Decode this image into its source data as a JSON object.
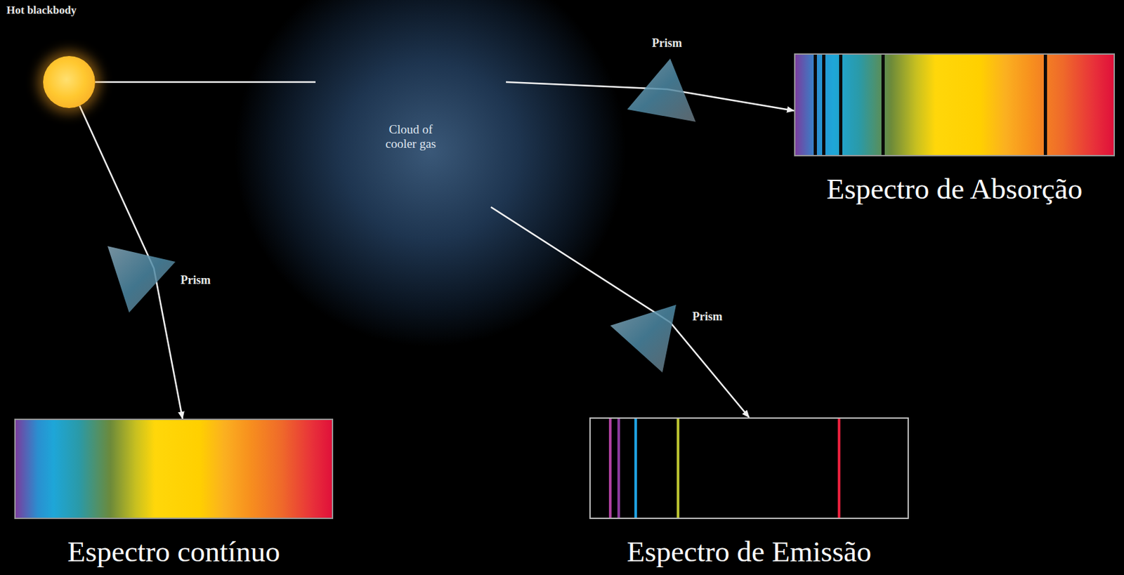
{
  "diagram": {
    "nodes": [
      {
        "text": [
          "Hot blackbody"
        ]
      },
      {
        "text": [
          "Cloud of cooler gas"
        ]
      },
      {
        "text": [
          "Espectro de Absorção"
        ]
      },
      {
        "text": [
          "Espectro contínuo"
        ]
      },
      {
        "text": [
          "Espectro de Emissão"
        ]
      }
    ],
    "edges": [
      {
        "from": 0,
        "to": 1,
        "arrow": "none"
      },
      {
        "from": 1,
        "to": 2,
        "arrow": "to"
      },
      {
        "from": 0,
        "to": 3,
        "arrow": "to"
      },
      {
        "from": 1,
        "to": 4,
        "arrow": "to"
      }
    ],
    "labels": [
      "Prism",
      "Prism",
      "Prism"
    ]
  }
}
